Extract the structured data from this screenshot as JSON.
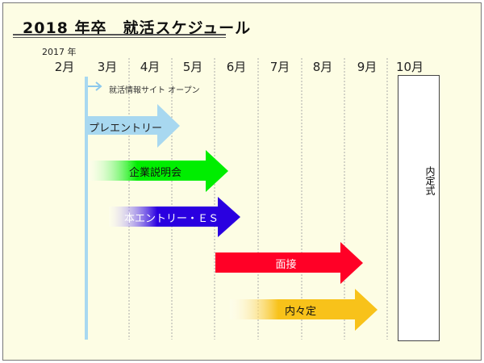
{
  "title": "2018 年卒　就活スケジュール",
  "year_label": "2017 年",
  "months": [
    "2月",
    "3月",
    "4月",
    "5月",
    "6月",
    "7月",
    "8月",
    "9月",
    "10月"
  ],
  "site_open": "就活情報サイト オープン",
  "arrows": [
    {
      "label": "プレエントリー",
      "color": "#a8d8f0",
      "text_color": "#222"
    },
    {
      "label": "企業説明会",
      "color": "#00ee00",
      "text_color": "#111"
    },
    {
      "label": "本エントリー・ＥＳ",
      "color": "#2a00e0",
      "text_color": "#ffffff"
    },
    {
      "label": "面接",
      "color": "#ff0026",
      "text_color": "#ffffff"
    },
    {
      "label": "内々定",
      "color": "#f8c21a",
      "text_color": "#111"
    }
  ],
  "final_event": "内定式"
}
